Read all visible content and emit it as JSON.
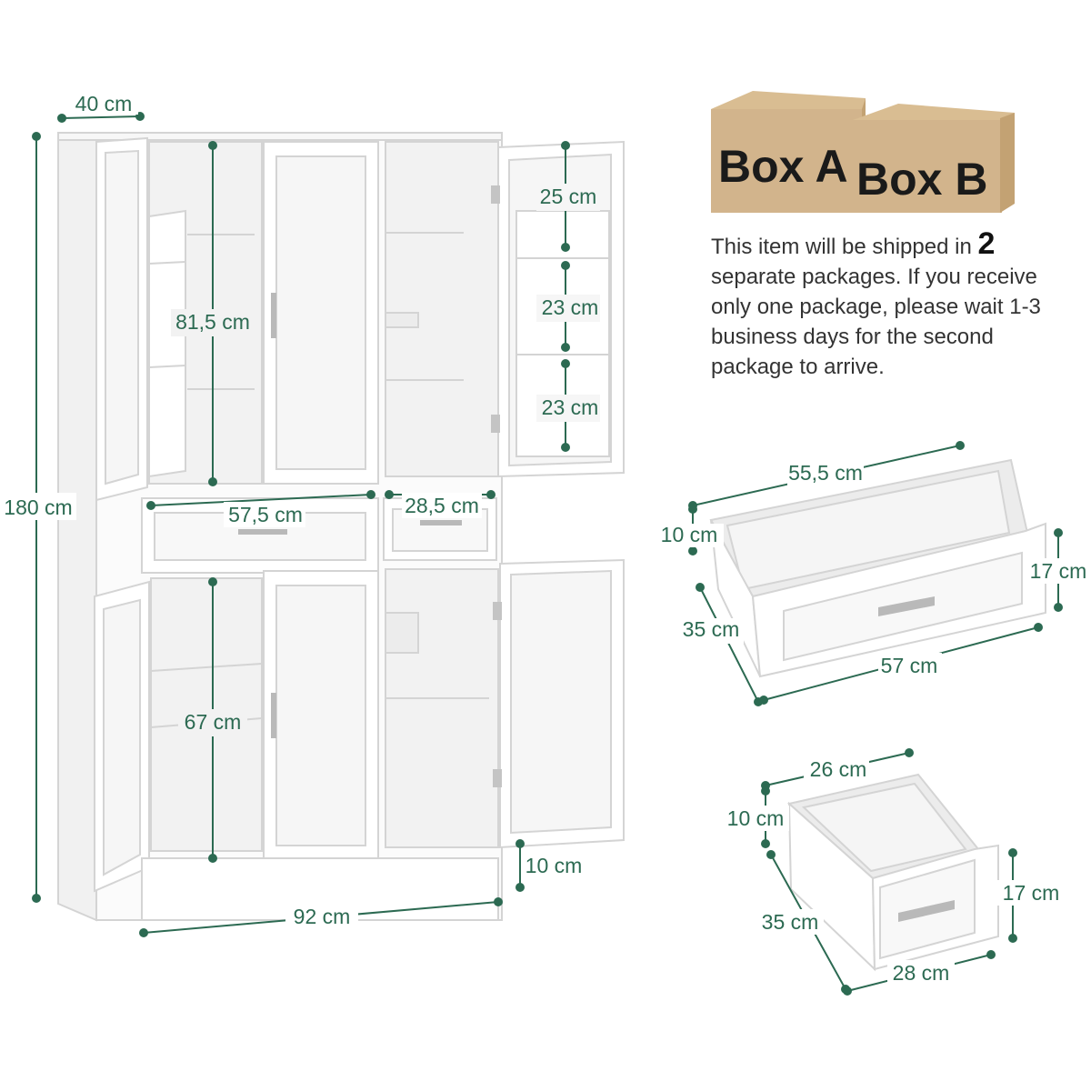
{
  "colors": {
    "accent": "#2c6a52",
    "wood": "#ffffff",
    "carton": "#d2b48c"
  },
  "cabinet": {
    "dims": {
      "depth": "40 cm",
      "height": "180 cm",
      "upper_inner_height": "81,5 cm",
      "door_shelf_top": "25 cm",
      "door_shelf_mid": "23 cm",
      "door_shelf_bottom": "23 cm",
      "large_drawer_width": "57,5 cm",
      "small_drawer_width": "28,5 cm",
      "lower_inner_height": "67 cm",
      "plinth_height": "10 cm",
      "width": "92 cm"
    }
  },
  "boxes": {
    "a": "Box A",
    "b": "Box B"
  },
  "shipping": {
    "line1_prefix": "This item will be shipped in",
    "count": "2",
    "rest": "separate packages. If you receive only one package, please wait 1-3 business days for the second package to arrive."
  },
  "large_drawer": {
    "back": "55,5 cm",
    "inner_height": "10 cm",
    "depth": "35 cm",
    "front_height": "17 cm",
    "front_width": "57 cm"
  },
  "small_drawer": {
    "back": "26 cm",
    "inner_height": "10 cm",
    "depth": "35 cm",
    "front_height": "17 cm",
    "front_width": "28 cm"
  }
}
